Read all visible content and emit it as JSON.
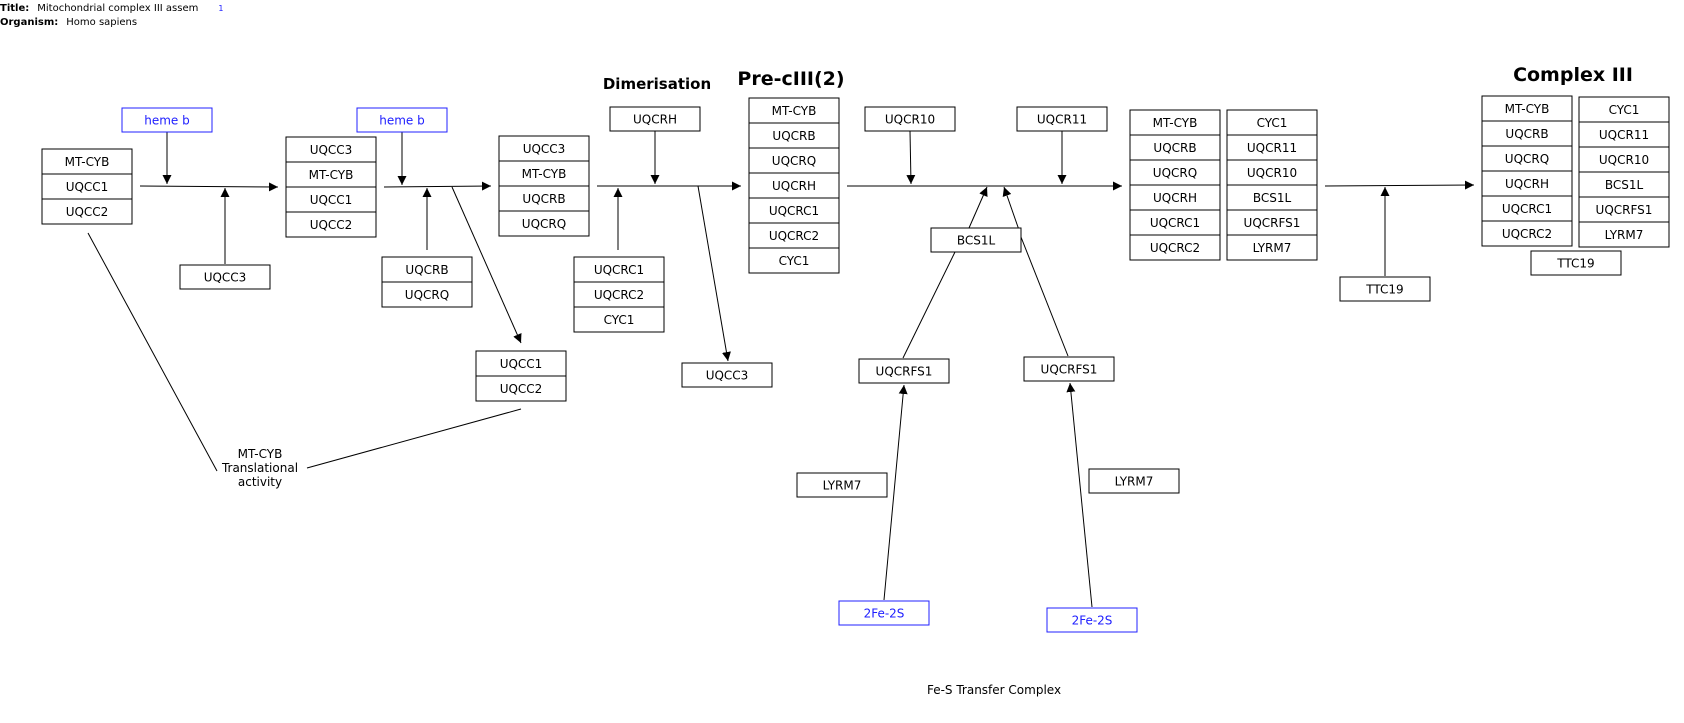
{
  "header": {
    "title_label": "Title:",
    "title_value": "Mitochondrial complex III assem",
    "title_ref": "1",
    "organism_label": "Organism:",
    "organism_value": "Homo sapiens"
  },
  "labels": {
    "dimerisation": "Dimerisation",
    "pre_ciii": "Pre-cIII(2)",
    "complex_iii": "Complex III",
    "translational": [
      "MT-CYB",
      "Translational",
      "activity"
    ],
    "fes_transfer": "Fe-S Transfer Complex"
  },
  "nodes": {
    "heme_b_1": "heme b",
    "heme_b_2": "heme b",
    "c1": [
      "MT-CYB",
      "UQCC1",
      "UQCC2"
    ],
    "uqcc3_a": "UQCC3",
    "c2": [
      "UQCC3",
      "MT-CYB",
      "UQCC1",
      "UQCC2"
    ],
    "c3": [
      "UQCRB",
      "UQCRQ"
    ],
    "c4": [
      "UQCC1",
      "UQCC2"
    ],
    "c5": [
      "UQCC3",
      "MT-CYB",
      "UQCRB",
      "UQCRQ"
    ],
    "uqcrh": "UQCRH",
    "c6": [
      "UQCRC1",
      "UQCRC2",
      "CYC1"
    ],
    "uqcc3_b": "UQCC3",
    "pre": [
      "MT-CYB",
      "UQCRB",
      "UQCRQ",
      "UQCRH",
      "UQCRC1",
      "UQCRC2",
      "CYC1"
    ],
    "uqcr10": "UQCR10",
    "uqcr11": "UQCR11",
    "bcs1l": "BCS1L",
    "uqcrfs1_a": "UQCRFS1",
    "uqcrfs1_b": "UQCRFS1",
    "lyrm7_a": "LYRM7",
    "lyrm7_b": "LYRM7",
    "fes_a": "2Fe-2S",
    "fes_b": "2Fe-2S",
    "inter_l": [
      "MT-CYB",
      "UQCRB",
      "UQCRQ",
      "UQCRH",
      "UQCRC1",
      "UQCRC2"
    ],
    "inter_r": [
      "CYC1",
      "UQCR11",
      "UQCR10",
      "BCS1L",
      "UQCRFS1",
      "LYRM7"
    ],
    "ttc19": "TTC19",
    "fin_l": [
      "MT-CYB",
      "UQCRB",
      "UQCRQ",
      "UQCRH",
      "UQCRC1",
      "UQCRC2"
    ],
    "fin_r": [
      "CYC1",
      "UQCR11",
      "UQCR10",
      "BCS1L",
      "UQCRFS1",
      "LYRM7"
    ],
    "ttc19_b": "TTC19"
  },
  "colors": {
    "ligand": "#2020ff",
    "line": "#000000"
  }
}
